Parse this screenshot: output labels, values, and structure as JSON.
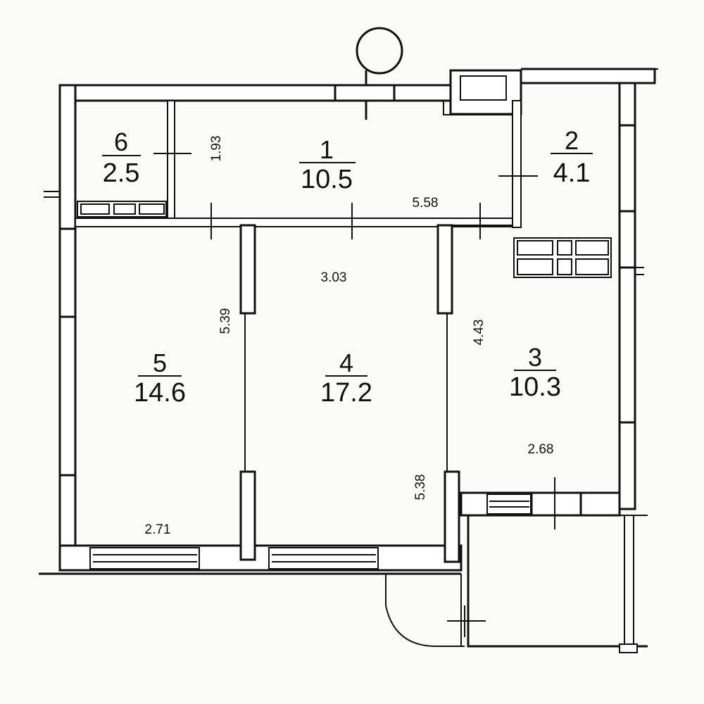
{
  "rooms": [
    {
      "number": "1",
      "area": "10.5"
    },
    {
      "number": "2",
      "area": "4.1"
    },
    {
      "number": "3",
      "area": "10.3"
    },
    {
      "number": "4",
      "area": "17.2"
    },
    {
      "number": "5",
      "area": "14.6"
    },
    {
      "number": "6",
      "area": "2.5"
    }
  ],
  "dimensions": {
    "room6_width": "1.93",
    "room1_length": "5.58",
    "room4_width": "3.03",
    "room5_length": "5.39",
    "room3_length": "4.43",
    "room3_width": "2.68",
    "room4_length": "5.38",
    "room5_width": "2.71"
  }
}
